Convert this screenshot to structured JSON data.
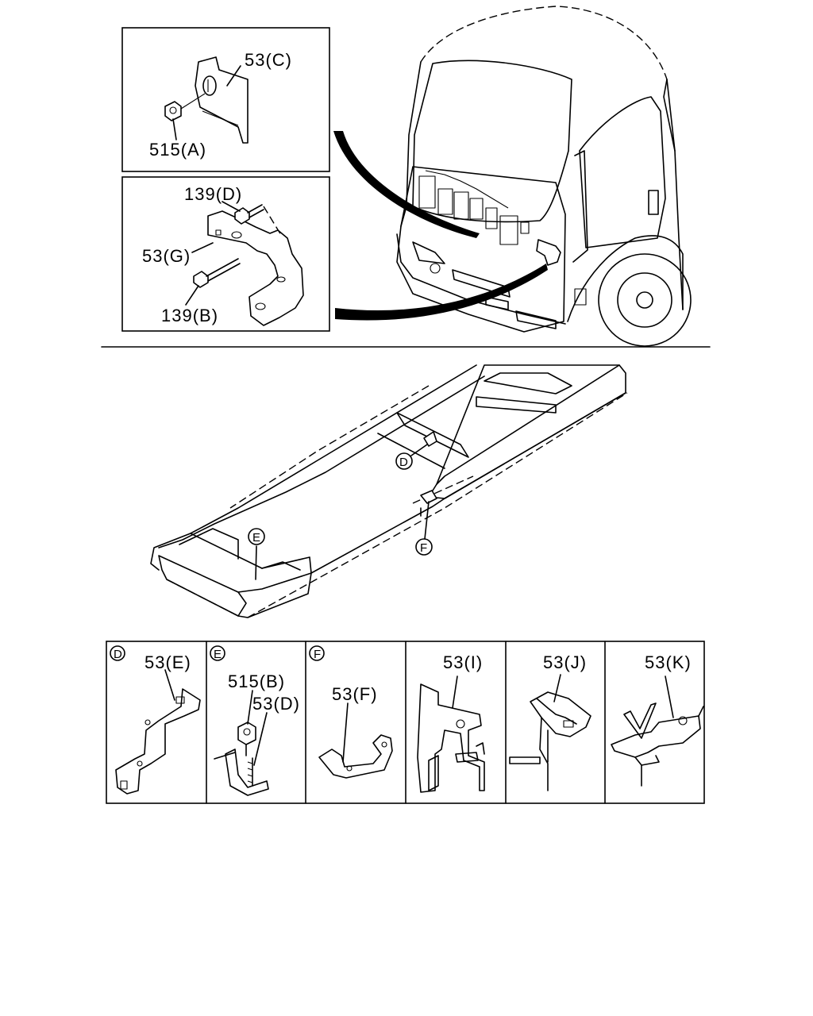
{
  "callouts": {
    "top_box1": {
      "bracket": "53(C)",
      "nut": "515(A)"
    },
    "top_box2": {
      "bolt_top": "139(D)",
      "bracket": "53(G)",
      "bolt_bottom": "139(B)"
    },
    "frame": {
      "marker_d": "D",
      "marker_e": "E",
      "marker_f": "F"
    }
  },
  "detail_panels": [
    {
      "id": "D",
      "labels": [
        "53(E)"
      ]
    },
    {
      "id": "E",
      "labels": [
        "515(B)",
        "53(D)"
      ]
    },
    {
      "id": "F",
      "labels": [
        "53(F)"
      ]
    },
    {
      "id": "",
      "labels": [
        "53(I)"
      ]
    },
    {
      "id": "",
      "labels": [
        "53(J)"
      ]
    },
    {
      "id": "",
      "labels": [
        "53(K)"
      ]
    }
  ]
}
